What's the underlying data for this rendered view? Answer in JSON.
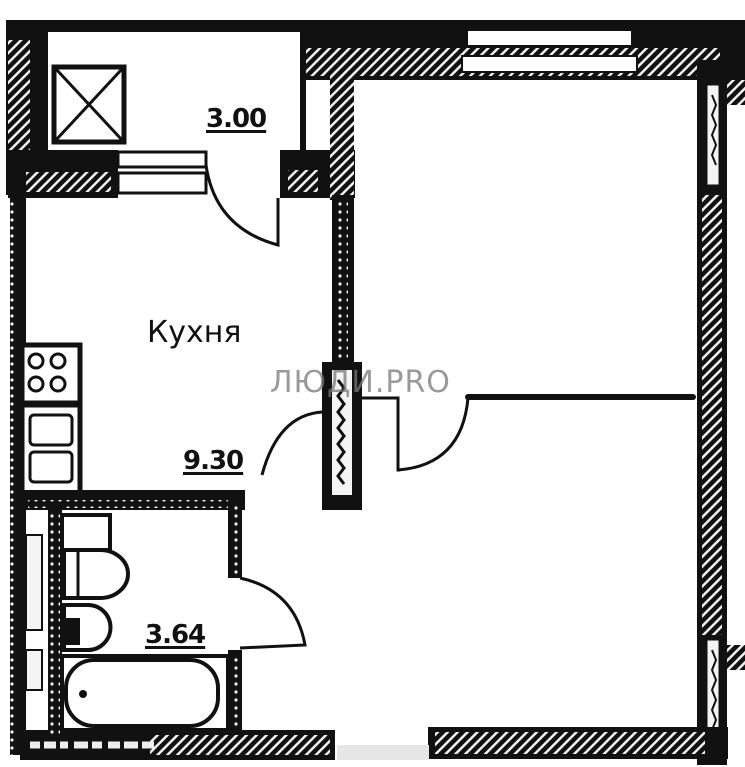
{
  "floor_plan": {
    "rooms": [
      {
        "id": "storage",
        "area": "3.00"
      },
      {
        "id": "kitchen",
        "label": "Кухня",
        "area": "9.30"
      },
      {
        "id": "bathroom",
        "area": "3.64"
      },
      {
        "id": "living_room"
      }
    ],
    "watermark": "ЛЮДИ.PRO",
    "colors": {
      "wall": "#111111",
      "hatch": "#f2f2f2",
      "background": "#ffffff",
      "watermark": "#8a8a8a"
    }
  }
}
